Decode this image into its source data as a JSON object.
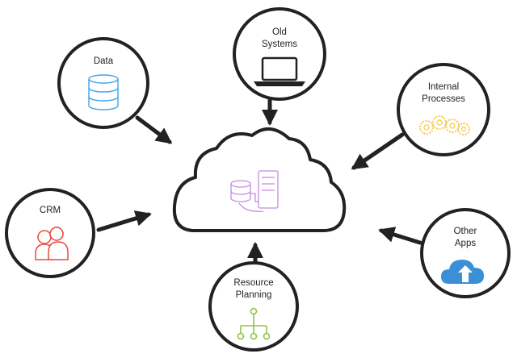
{
  "nodes": {
    "data": {
      "label": "Data",
      "icon": "database-icon",
      "color": "#3aa5e8"
    },
    "old_systems": {
      "line1": "Old",
      "line2": "Systems",
      "icon": "laptop-icon",
      "color": "#222222"
    },
    "internal_processes": {
      "line1": "Internal",
      "line2": "Processes",
      "icon": "gears-icon",
      "color": "#f2c94c"
    },
    "crm": {
      "label": "CRM",
      "icon": "users-icon",
      "color": "#e8493f"
    },
    "resource_planning": {
      "line1": "Resource",
      "line2": "Planning",
      "icon": "hierarchy-icon",
      "color": "#8dc63f"
    },
    "other_apps": {
      "line1": "Other",
      "line2": "Apps",
      "icon": "cloud-upload-icon",
      "color": "#3a8fd6"
    }
  },
  "hub": {
    "icon": "cloud-server-icon",
    "accent": "#c58be0"
  },
  "colors": {
    "stroke": "#222222",
    "background": "#ffffff"
  }
}
